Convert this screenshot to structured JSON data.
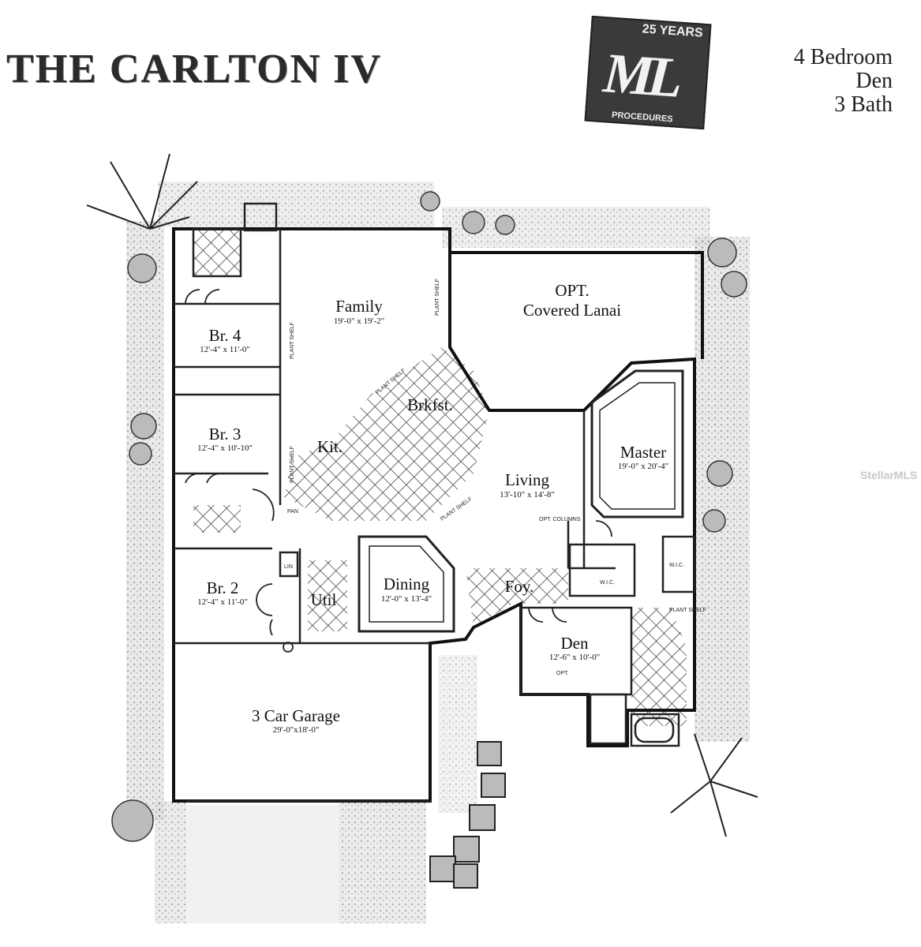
{
  "title": "THE CARLTON IV",
  "specs": [
    "4 Bedroom",
    "Den",
    "3 Bath"
  ],
  "logo": {
    "mark": "ML",
    "years": "25 YEARS",
    "tagline": "PROCEDURES"
  },
  "watermark": "StellarMLS",
  "rooms": [
    {
      "id": "family",
      "name": "Family",
      "dims": "19'-0\" x 19'-2\""
    },
    {
      "id": "lanai",
      "name": "OPT.",
      "name2": "Covered Lanai",
      "dims": ""
    },
    {
      "id": "br4",
      "name": "Br. 4",
      "dims": "12'-4\" x 11'-0\""
    },
    {
      "id": "br3",
      "name": "Br. 3",
      "dims": "12'-4\" x 10'-10\""
    },
    {
      "id": "br2",
      "name": "Br. 2",
      "dims": "12'-4\" x 11'-0\""
    },
    {
      "id": "kit",
      "name": "Kit.",
      "dims": ""
    },
    {
      "id": "brkfst",
      "name": "Brkfst.",
      "dims": ""
    },
    {
      "id": "living",
      "name": "Living",
      "dims": "13'-10\" x 14'-8\""
    },
    {
      "id": "master",
      "name": "Master",
      "dims": "19'-0\" x 20'-4\""
    },
    {
      "id": "dining",
      "name": "Dining",
      "dims": "12'-0\" x 13'-4\""
    },
    {
      "id": "foy",
      "name": "Foy.",
      "dims": ""
    },
    {
      "id": "den",
      "name": "Den",
      "dims": "12'-6\" x 10'-0\""
    },
    {
      "id": "util",
      "name": "Util",
      "dims": ""
    },
    {
      "id": "garage",
      "name": "3 Car Garage",
      "dims": "29'-0\"x18'-0\""
    }
  ],
  "notes": {
    "plant_shelf": "PLANT SHELF",
    "opt_columns": "OPT. COLUMNS",
    "pan": "PAN",
    "lin": "LIN",
    "wic": "W.I.C.",
    "opt": "OPT."
  },
  "colors": {
    "ink": "#1a1a1a",
    "tile": "#555555",
    "paper": "#ffffff"
  }
}
